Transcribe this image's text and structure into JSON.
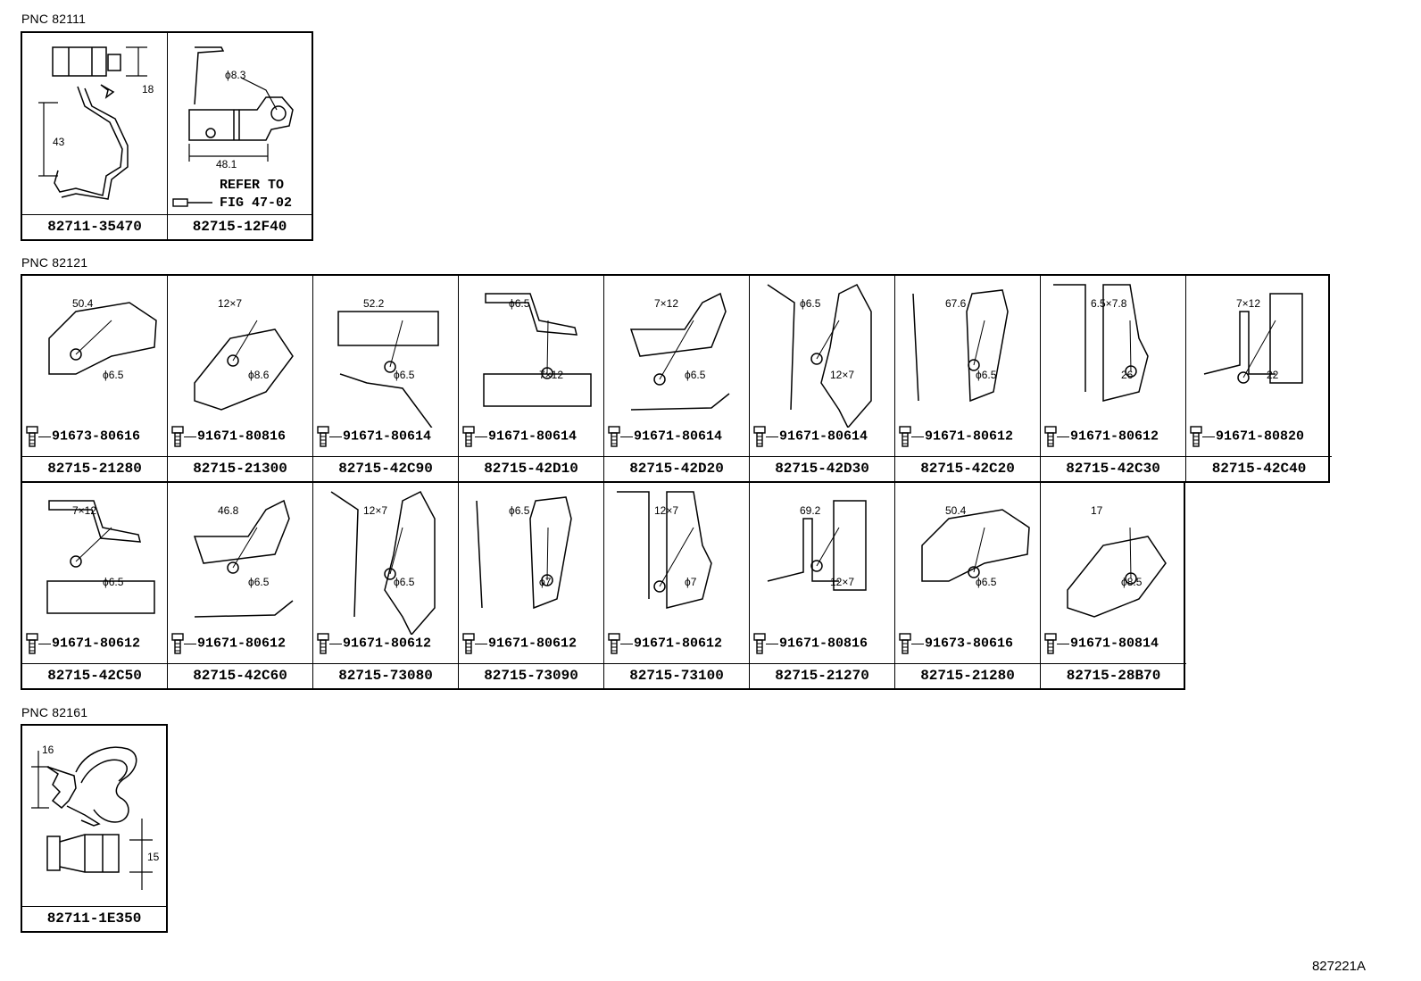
{
  "groups": [
    {
      "label": "PNC 82111",
      "cells": [
        {
          "part": "82711-35470",
          "dims": [
            "18",
            "43"
          ]
        },
        {
          "part": "82715-12F40",
          "dims": [
            "ϕ8.3",
            "48.1"
          ],
          "refer": [
            "REFER TO",
            "FIG 47-02"
          ]
        }
      ]
    },
    {
      "label": "PNC 82121",
      "row1": [
        {
          "part": "82715-21280",
          "bolt": "91673-80616",
          "dims": [
            "50.4",
            "ϕ6.5"
          ]
        },
        {
          "part": "82715-21300",
          "bolt": "91671-80816",
          "dims": [
            "12×7",
            "ϕ8.6"
          ]
        },
        {
          "part": "82715-42C90",
          "bolt": "91671-80614",
          "dims": [
            "52.2",
            "ϕ6.5"
          ]
        },
        {
          "part": "82715-42D10",
          "bolt": "91671-80614",
          "dims": [
            "ϕ6.5",
            "7×12"
          ]
        },
        {
          "part": "82715-42D20",
          "bolt": "91671-80614",
          "dims": [
            "7×12",
            "ϕ6.5"
          ]
        },
        {
          "part": "82715-42D30",
          "bolt": "91671-80614",
          "dims": [
            "ϕ6.5",
            "12×7"
          ]
        },
        {
          "part": "82715-42C20",
          "bolt": "91671-80612",
          "dims": [
            "67.6",
            "ϕ6.5"
          ]
        },
        {
          "part": "82715-42C30",
          "bolt": "91671-80612",
          "dims": [
            "6.5×7.8",
            "26"
          ]
        },
        {
          "part": "82715-42C40",
          "bolt": "91671-80820",
          "dims": [
            "7×12",
            "22"
          ]
        }
      ],
      "row2": [
        {
          "part": "82715-42C50",
          "bolt": "91671-80612",
          "dims": [
            "7×12",
            "ϕ6.5"
          ]
        },
        {
          "part": "82715-42C60",
          "bolt": "91671-80612",
          "dims": [
            "46.8",
            "ϕ6.5"
          ]
        },
        {
          "part": "82715-73080",
          "bolt": "91671-80612",
          "dims": [
            "12×7",
            "ϕ6.5"
          ]
        },
        {
          "part": "82715-73090",
          "bolt": "91671-80612",
          "dims": [
            "ϕ6.5",
            "ϕ7"
          ]
        },
        {
          "part": "82715-73100",
          "bolt": "91671-80612",
          "dims": [
            "12×7",
            "ϕ7"
          ]
        },
        {
          "part": "82715-21270",
          "bolt": "91671-80816",
          "dims": [
            "69.2",
            "12×7"
          ]
        },
        {
          "part": "82715-21280",
          "bolt": "91673-80616",
          "dims": [
            "50.4",
            "ϕ6.5"
          ]
        },
        {
          "part": "82715-28B70",
          "bolt": "91671-80814",
          "dims": [
            "17",
            "ϕ8.5"
          ]
        }
      ]
    },
    {
      "label": "PNC 82161",
      "cells": [
        {
          "part": "82711-1E350",
          "dims": [
            "16",
            "15"
          ]
        }
      ]
    }
  ],
  "figure_code": "827221A"
}
